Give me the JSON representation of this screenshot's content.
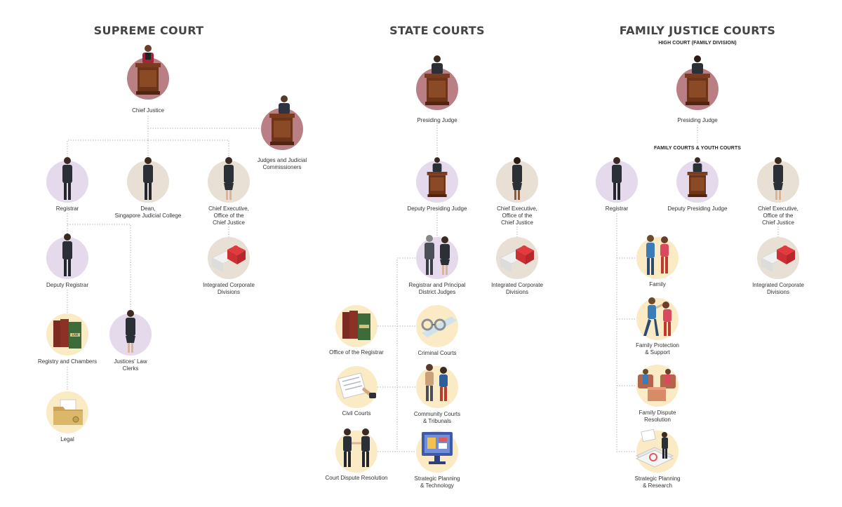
{
  "supreme_court": {
    "title": "SUPREME COURT",
    "nodes": {
      "chief_justice": "Chief Justice",
      "judges": "Judges and Judicial\nCommissioners",
      "registrar": "Registrar",
      "dean": "Dean,\nSingapore Judicial College",
      "chief_executive": "Chief Executive,\nOffice of the\nChief Justice",
      "deputy_registrar": "Deputy Registrar",
      "integrated": "Integrated Corporate\nDivisions",
      "registry": "Registry and Chambers",
      "law_clerks": "Justices' Law\nClerks",
      "legal": "Legal"
    }
  },
  "state_courts": {
    "title": "STATE COURTS",
    "nodes": {
      "presiding_judge": "Presiding Judge",
      "deputy_presiding": "Deputy Presiding Judge",
      "chief_executive": "Chief Executive,\nOffice of the\nChief Justice",
      "registrar_pdj": "Registrar and Principal\nDistrict Judges",
      "integrated": "Integrated Corporate\nDivisions",
      "office_registrar": "Office of the Registrar",
      "criminal": "Criminal Courts",
      "civil": "Civil Courts",
      "community": "Community Courts\n& Tribunals",
      "dispute": "Court Dispute Resolution",
      "strategic": "Strategic Planning\n& Technology"
    }
  },
  "family_courts": {
    "title": "FAMILY JUSTICE COURTS",
    "subtitle_high": "HIGH COURT (FAMILY DIVISION)",
    "subtitle_youth": "FAMILY COURTS & YOUTH COURTS",
    "nodes": {
      "presiding_judge": "Presiding Judge",
      "registrar": "Registrar",
      "deputy_presiding": "Deputy Presiding Judge",
      "chief_executive": "Chief Executive,\nOffice of the\nChief Justice",
      "family": "Family",
      "integrated": "Integrated Corporate\nDivisions",
      "protection": "Family Protection\n& Support",
      "dispute": "Family Dispute\nResolution",
      "strategic": "Strategic Planning\n& Research"
    }
  },
  "colors": {
    "maroon": "#b97f85",
    "lilac": "#e5d9ec",
    "beige": "#e8e0d5",
    "cream": "#fbebc4",
    "connector": "#b5b5b5"
  }
}
